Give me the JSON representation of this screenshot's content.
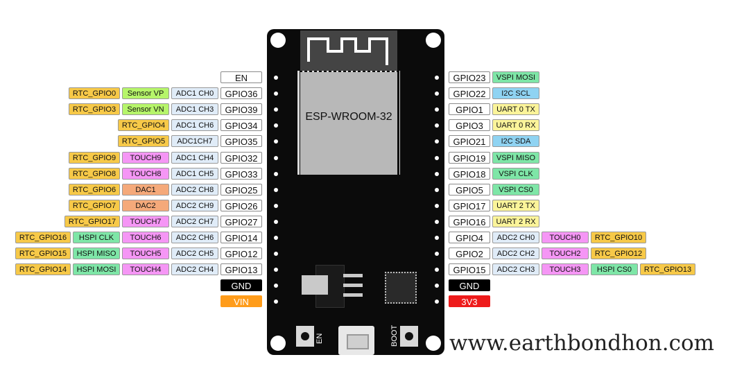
{
  "module_label": "ESP-WROOM-32",
  "website": "www.earthbondhon.com",
  "buttons": {
    "en": "EN",
    "boot": "BOOT"
  },
  "left_pins": [
    {
      "gpio": "EN",
      "labels": []
    },
    {
      "gpio": "GPIO36",
      "labels": [
        {
          "t": "ADC1 CH0",
          "c": "adc"
        },
        {
          "t": "Sensor VP",
          "c": "sensor"
        },
        {
          "t": "RTC_GPIO0",
          "c": "rtc"
        }
      ]
    },
    {
      "gpio": "GPIO39",
      "labels": [
        {
          "t": "ADC1 CH3",
          "c": "adc"
        },
        {
          "t": "Sensor VN",
          "c": "sensor"
        },
        {
          "t": "RTC_GPIO3",
          "c": "rtc"
        }
      ]
    },
    {
      "gpio": "GPIO34",
      "labels": [
        {
          "t": "ADC1 CH6",
          "c": "adc"
        },
        {
          "t": "RTC_GPIO4",
          "c": "rtc"
        }
      ]
    },
    {
      "gpio": "GPIO35",
      "labels": [
        {
          "t": "ADC1CH7",
          "c": "adc"
        },
        {
          "t": "RTC_GPIO5",
          "c": "rtc"
        }
      ]
    },
    {
      "gpio": "GPIO32",
      "labels": [
        {
          "t": "ADC1 CH4",
          "c": "adc"
        },
        {
          "t": "TOUCH9",
          "c": "touch"
        },
        {
          "t": "RTC_GPIO9",
          "c": "rtc"
        }
      ]
    },
    {
      "gpio": "GPIO33",
      "labels": [
        {
          "t": "ADC1 CH5",
          "c": "adc"
        },
        {
          "t": "TOUCH8",
          "c": "touch"
        },
        {
          "t": "RTC_GPIO8",
          "c": "rtc"
        }
      ]
    },
    {
      "gpio": "GPIO25",
      "labels": [
        {
          "t": "ADC2 CH8",
          "c": "adc"
        },
        {
          "t": "DAC1",
          "c": "dac"
        },
        {
          "t": "RTC_GPIO6",
          "c": "rtc"
        }
      ]
    },
    {
      "gpio": "GPIO26",
      "labels": [
        {
          "t": "ADC2 CH9",
          "c": "adc"
        },
        {
          "t": "DAC2",
          "c": "dac"
        },
        {
          "t": "RTC_GPIO7",
          "c": "rtc"
        }
      ]
    },
    {
      "gpio": "GPIO27",
      "labels": [
        {
          "t": "ADC2 CH7",
          "c": "adc"
        },
        {
          "t": "TOUCH7",
          "c": "touch"
        },
        {
          "t": "RTC_GPIO17",
          "c": "rtc"
        }
      ]
    },
    {
      "gpio": "GPIO14",
      "labels": [
        {
          "t": "ADC2 CH6",
          "c": "adc"
        },
        {
          "t": "TOUCH6",
          "c": "touch"
        },
        {
          "t": "HSPI CLK",
          "c": "hspi"
        },
        {
          "t": "RTC_GPIO16",
          "c": "rtc"
        }
      ]
    },
    {
      "gpio": "GPIO12",
      "labels": [
        {
          "t": "ADC2 CH5",
          "c": "adc"
        },
        {
          "t": "TOUCH5",
          "c": "touch"
        },
        {
          "t": "HSPI MISO",
          "c": "hspi"
        },
        {
          "t": "RTC_GPIO15",
          "c": "rtc"
        }
      ]
    },
    {
      "gpio": "GPIO13",
      "labels": [
        {
          "t": "ADC2 CH4",
          "c": "adc"
        },
        {
          "t": "TOUCH4",
          "c": "touch"
        },
        {
          "t": "HSPI MOSI",
          "c": "hspi"
        },
        {
          "t": "RTC_GPIO14",
          "c": "rtc"
        }
      ]
    },
    {
      "gpio": "GND",
      "power": "gnd",
      "labels": []
    },
    {
      "gpio": "VIN",
      "power": "vin",
      "labels": []
    }
  ],
  "right_pins": [
    {
      "gpio": "GPIO23",
      "labels": [
        {
          "t": "VSPI MOSI",
          "c": "vspi"
        }
      ]
    },
    {
      "gpio": "GPIO22",
      "labels": [
        {
          "t": "I2C SCL",
          "c": "i2c"
        }
      ]
    },
    {
      "gpio": "GPIO1",
      "labels": [
        {
          "t": "UART 0 TX",
          "c": "uart"
        }
      ]
    },
    {
      "gpio": "GPIO3",
      "labels": [
        {
          "t": "UART 0 RX",
          "c": "uart"
        }
      ]
    },
    {
      "gpio": "GPIO21",
      "labels": [
        {
          "t": "I2C SDA",
          "c": "i2c"
        }
      ]
    },
    {
      "gpio": "GPIO19",
      "labels": [
        {
          "t": "VSPI MISO",
          "c": "vspi"
        }
      ]
    },
    {
      "gpio": "GPIO18",
      "labels": [
        {
          "t": "VSPI CLK",
          "c": "vspi"
        }
      ]
    },
    {
      "gpio": "GPIO5",
      "labels": [
        {
          "t": "VSPI CS0",
          "c": "vspi"
        }
      ]
    },
    {
      "gpio": "GPIO17",
      "labels": [
        {
          "t": "UART 2 TX",
          "c": "uart"
        }
      ]
    },
    {
      "gpio": "GPIO16",
      "labels": [
        {
          "t": "UART 2 RX",
          "c": "uart"
        }
      ]
    },
    {
      "gpio": "GPIO4",
      "labels": [
        {
          "t": "ADC2 CH0",
          "c": "adc"
        },
        {
          "t": "TOUCH0",
          "c": "touch"
        },
        {
          "t": "RTC_GPIO10",
          "c": "rtc"
        }
      ]
    },
    {
      "gpio": "GPIO2",
      "labels": [
        {
          "t": "ADC2 CH2",
          "c": "adc"
        },
        {
          "t": "TOUCH2",
          "c": "touch"
        },
        {
          "t": "RTC_GPIO12",
          "c": "rtc"
        }
      ]
    },
    {
      "gpio": "GPIO15",
      "labels": [
        {
          "t": "ADC2 CH3",
          "c": "adc"
        },
        {
          "t": "TOUCH3",
          "c": "touch"
        },
        {
          "t": "HSPI CS0",
          "c": "hspi"
        },
        {
          "t": "RTC_GPIO13",
          "c": "rtc"
        }
      ]
    },
    {
      "gpio": "GND",
      "power": "gnd",
      "labels": []
    },
    {
      "gpio": "3V3",
      "power": "v33",
      "labels": []
    }
  ],
  "colors": {
    "rtc": "#f7c948",
    "sensor": "#b6f56a",
    "touch": "#f596f5",
    "dac": "#f5a97a",
    "spi": "#7ee6a7",
    "i2c": "#8fd3f2",
    "uart": "#fbf49a",
    "adc": "#e0ecf8",
    "gnd": "#000000",
    "vin": "#ff9c1a",
    "v33": "#ee1b1b",
    "board": "#0b0b0b"
  }
}
